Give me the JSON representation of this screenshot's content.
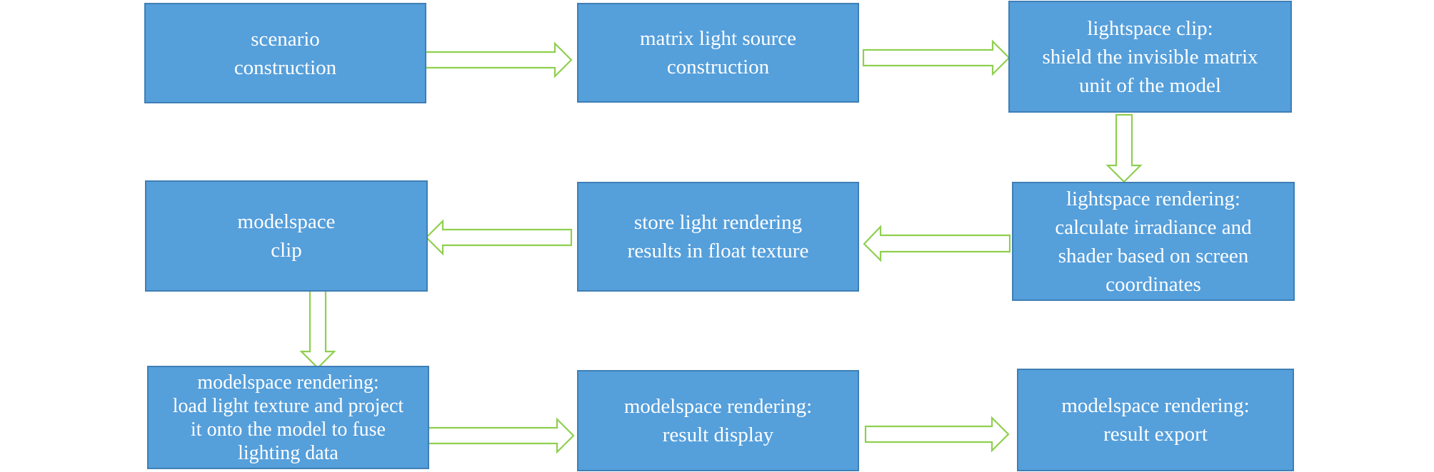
{
  "nodes": [
    {
      "id": "scenario",
      "lines": [
        "scenario",
        "construction"
      ]
    },
    {
      "id": "matrix",
      "lines": [
        "matrix light source",
        "construction"
      ]
    },
    {
      "id": "lightspace-clip",
      "lines": [
        "lightspace clip:",
        "shield the invisible matrix",
        "unit of the model"
      ]
    },
    {
      "id": "lightspace-rendering",
      "lines": [
        "lightspace rendering:",
        "calculate irradiance and",
        "shader based on screen",
        "coordinates"
      ]
    },
    {
      "id": "store-light",
      "lines": [
        "store light rendering",
        "results in float texture"
      ]
    },
    {
      "id": "modelspace-clip",
      "lines": [
        "modelspace",
        "clip"
      ]
    },
    {
      "id": "modelspace-load",
      "lines": [
        "modelspace rendering:",
        "load light texture and project",
        "it onto the model to fuse",
        "lighting data"
      ]
    },
    {
      "id": "result-display",
      "lines": [
        "modelspace rendering:",
        "result display"
      ]
    },
    {
      "id": "result-export",
      "lines": [
        "modelspace rendering:",
        "result export"
      ]
    }
  ]
}
